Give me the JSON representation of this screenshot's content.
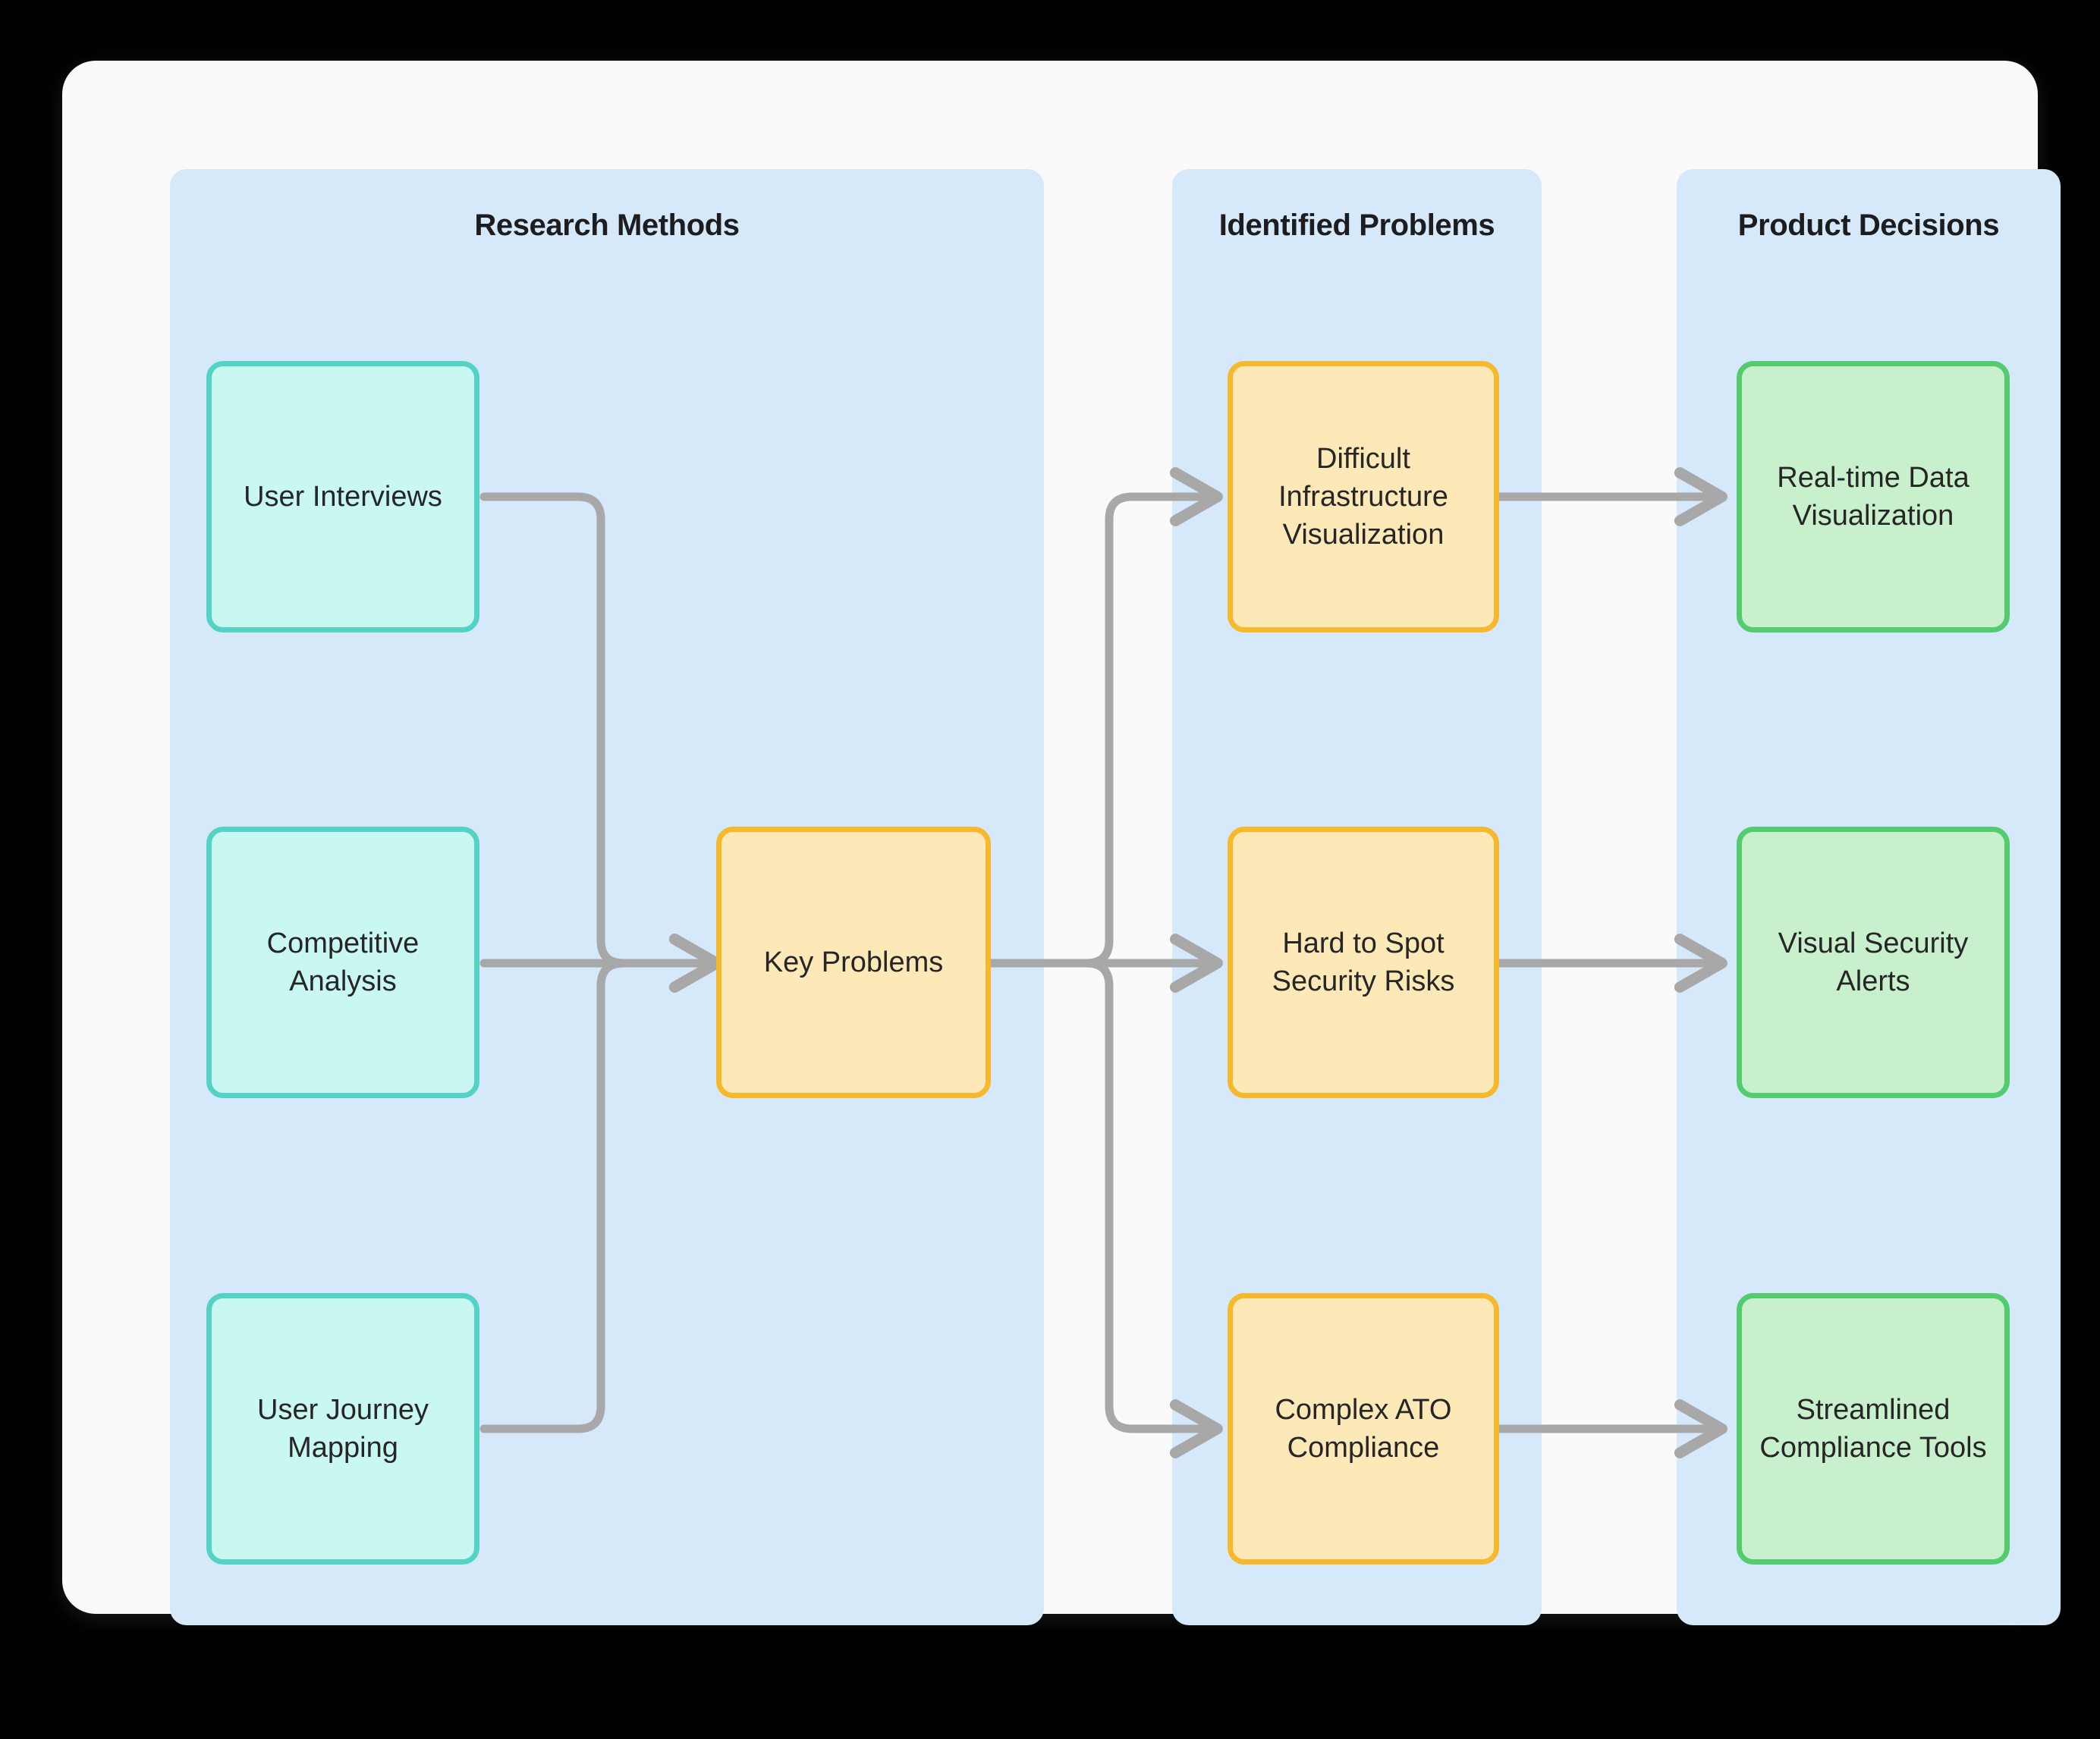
{
  "canvas": {
    "background": "#000000",
    "card_background": "#fafafa"
  },
  "panels": [
    {
      "id": "research",
      "title": "Research Methods",
      "background": "#d6e9fb"
    },
    {
      "id": "problems",
      "title": "Identified Problems",
      "background": "#d6e9fb"
    },
    {
      "id": "decisions",
      "title": "Product Decisions",
      "background": "#d6e9fb"
    }
  ],
  "nodes": {
    "user_interviews": {
      "label": "User Interviews",
      "group": "research",
      "fill": "#c9f7f2",
      "stroke": "#54d3c4"
    },
    "competitive_analysis": {
      "label": "Competitive\nAnalysis",
      "group": "research",
      "fill": "#c9f7f2",
      "stroke": "#54d3c4"
    },
    "user_journey_mapping": {
      "label": "User Journey\nMapping",
      "group": "research",
      "fill": "#c9f7f2",
      "stroke": "#54d3c4"
    },
    "key_problems": {
      "label": "Key Problems",
      "group": "research",
      "fill": "#fde9b8",
      "stroke": "#f6b82c"
    },
    "difficult_infra_viz": {
      "label": "Difficult\nInfrastructure\nVisualization",
      "group": "problems",
      "fill": "#fde9b8",
      "stroke": "#f6b82c"
    },
    "hard_spot_security": {
      "label": "Hard to Spot\nSecurity Risks",
      "group": "problems",
      "fill": "#fde9b8",
      "stroke": "#f6b82c"
    },
    "complex_ato": {
      "label": "Complex ATO\nCompliance",
      "group": "problems",
      "fill": "#fde9b8",
      "stroke": "#f6b82c"
    },
    "realtime_data_viz": {
      "label": "Real-time Data\nVisualization",
      "group": "decisions",
      "fill": "#c8f0cc",
      "stroke": "#52cc6e"
    },
    "visual_security": {
      "label": "Visual Security\nAlerts",
      "group": "decisions",
      "fill": "#c8f0cc",
      "stroke": "#52cc6e"
    },
    "streamlined_tools": {
      "label": "Streamlined\nCompliance Tools",
      "group": "decisions",
      "fill": "#c8f0cc",
      "stroke": "#52cc6e"
    }
  },
  "edges": [
    {
      "from": "user_interviews",
      "to": "key_problems",
      "style": "orthogonal"
    },
    {
      "from": "competitive_analysis",
      "to": "key_problems",
      "style": "straight"
    },
    {
      "from": "user_journey_mapping",
      "to": "key_problems",
      "style": "orthogonal"
    },
    {
      "from": "key_problems",
      "to": "difficult_infra_viz",
      "style": "orthogonal"
    },
    {
      "from": "key_problems",
      "to": "hard_spot_security",
      "style": "straight"
    },
    {
      "from": "key_problems",
      "to": "complex_ato",
      "style": "orthogonal"
    },
    {
      "from": "difficult_infra_viz",
      "to": "realtime_data_viz",
      "style": "straight"
    },
    {
      "from": "hard_spot_security",
      "to": "visual_security",
      "style": "straight"
    },
    {
      "from": "complex_ato",
      "to": "streamlined_tools",
      "style": "straight"
    }
  ],
  "edge_color": "#a8a8a8"
}
